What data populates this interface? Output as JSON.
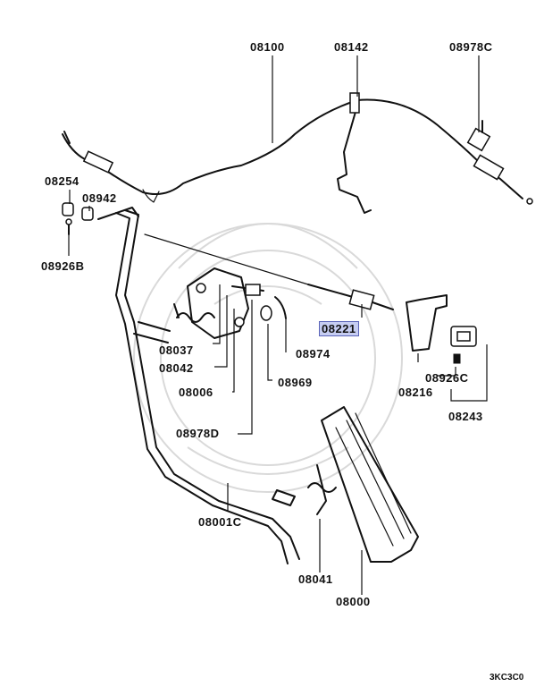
{
  "diagram": {
    "labels": {
      "p08100": "08100",
      "p08142": "08142",
      "p08978C": "08978C",
      "p08254": "08254",
      "p08942": "08942",
      "p08926B": "08926B",
      "p08037": "08037",
      "p08042": "08042",
      "p08006": "08006",
      "p08974": "08974",
      "p08969": "08969",
      "p08978D": "08978D",
      "p08221": "08221",
      "p08216": "08216",
      "p08926C": "08926C",
      "p08243": "08243",
      "p08001C": "08001C",
      "p08041": "08041",
      "p08000": "08000"
    },
    "highlighted_part": "08221",
    "diagram_code": "3KC3C0",
    "highlight_color": "#c6cdf2"
  }
}
